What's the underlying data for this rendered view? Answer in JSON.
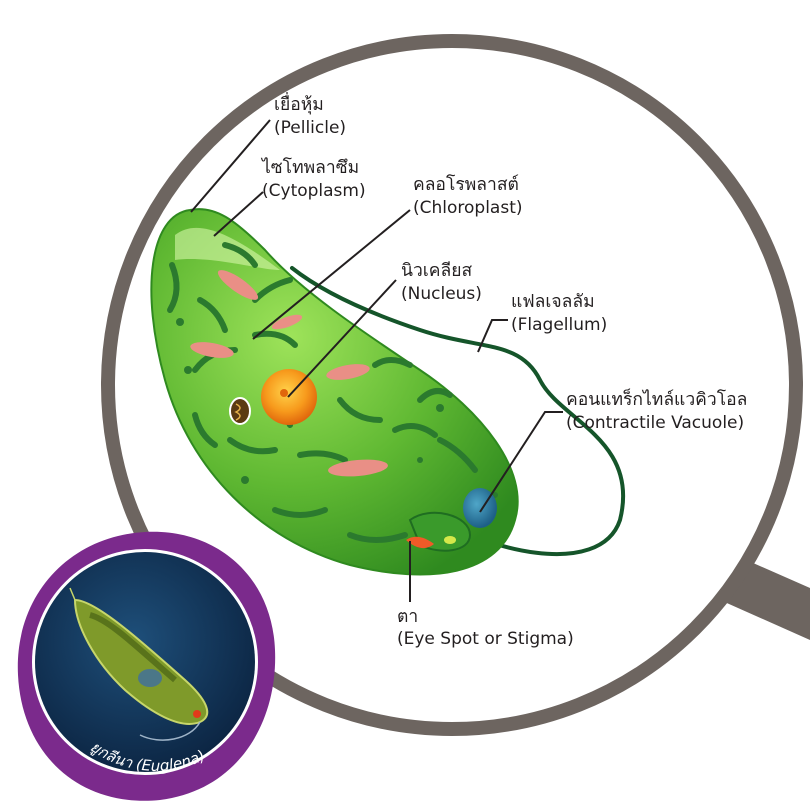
{
  "labels": {
    "pellicle": {
      "thai": "เยื่อหุ้ม",
      "english": "(Pellicle)"
    },
    "cytoplasm": {
      "thai": "ไซโทพลาซึม",
      "english": "(Cytoplasm)"
    },
    "chloroplast": {
      "thai": "คลอโรพลาสต์",
      "english": "(Chloroplast)"
    },
    "nucleus": {
      "thai": "นิวเคลียส",
      "english": "(Nucleus)"
    },
    "flagellum": {
      "thai": "แฟลเจลลัม",
      "english": "(Flagellum)"
    },
    "contractile_vacuole": {
      "thai": "คอนแทร็กไทล์แวคิวโอล",
      "english": "(Contractile Vacuole)"
    },
    "eye_spot": {
      "thai": "ตา",
      "english": "(Eye Spot or Stigma)"
    }
  },
  "badge": {
    "caption": "ยูกลีนา (Euglena)"
  },
  "colors": {
    "magnifier_rim": "#6d6560",
    "cell_body": "#5fb832",
    "cell_body_dark": "#2f8a1f",
    "chloroplast": "#2b7a2e",
    "pink_body": "#e98f86",
    "nucleus": "#f28a14",
    "vacuole": "#2a7aa0",
    "flagellum": "#15552a",
    "badge_ring": "#7b2a8c",
    "badge_inner": "#0f2f52"
  },
  "icons": [
    "magnifier-lens",
    "euglena-cell",
    "euglena-micrograph"
  ]
}
